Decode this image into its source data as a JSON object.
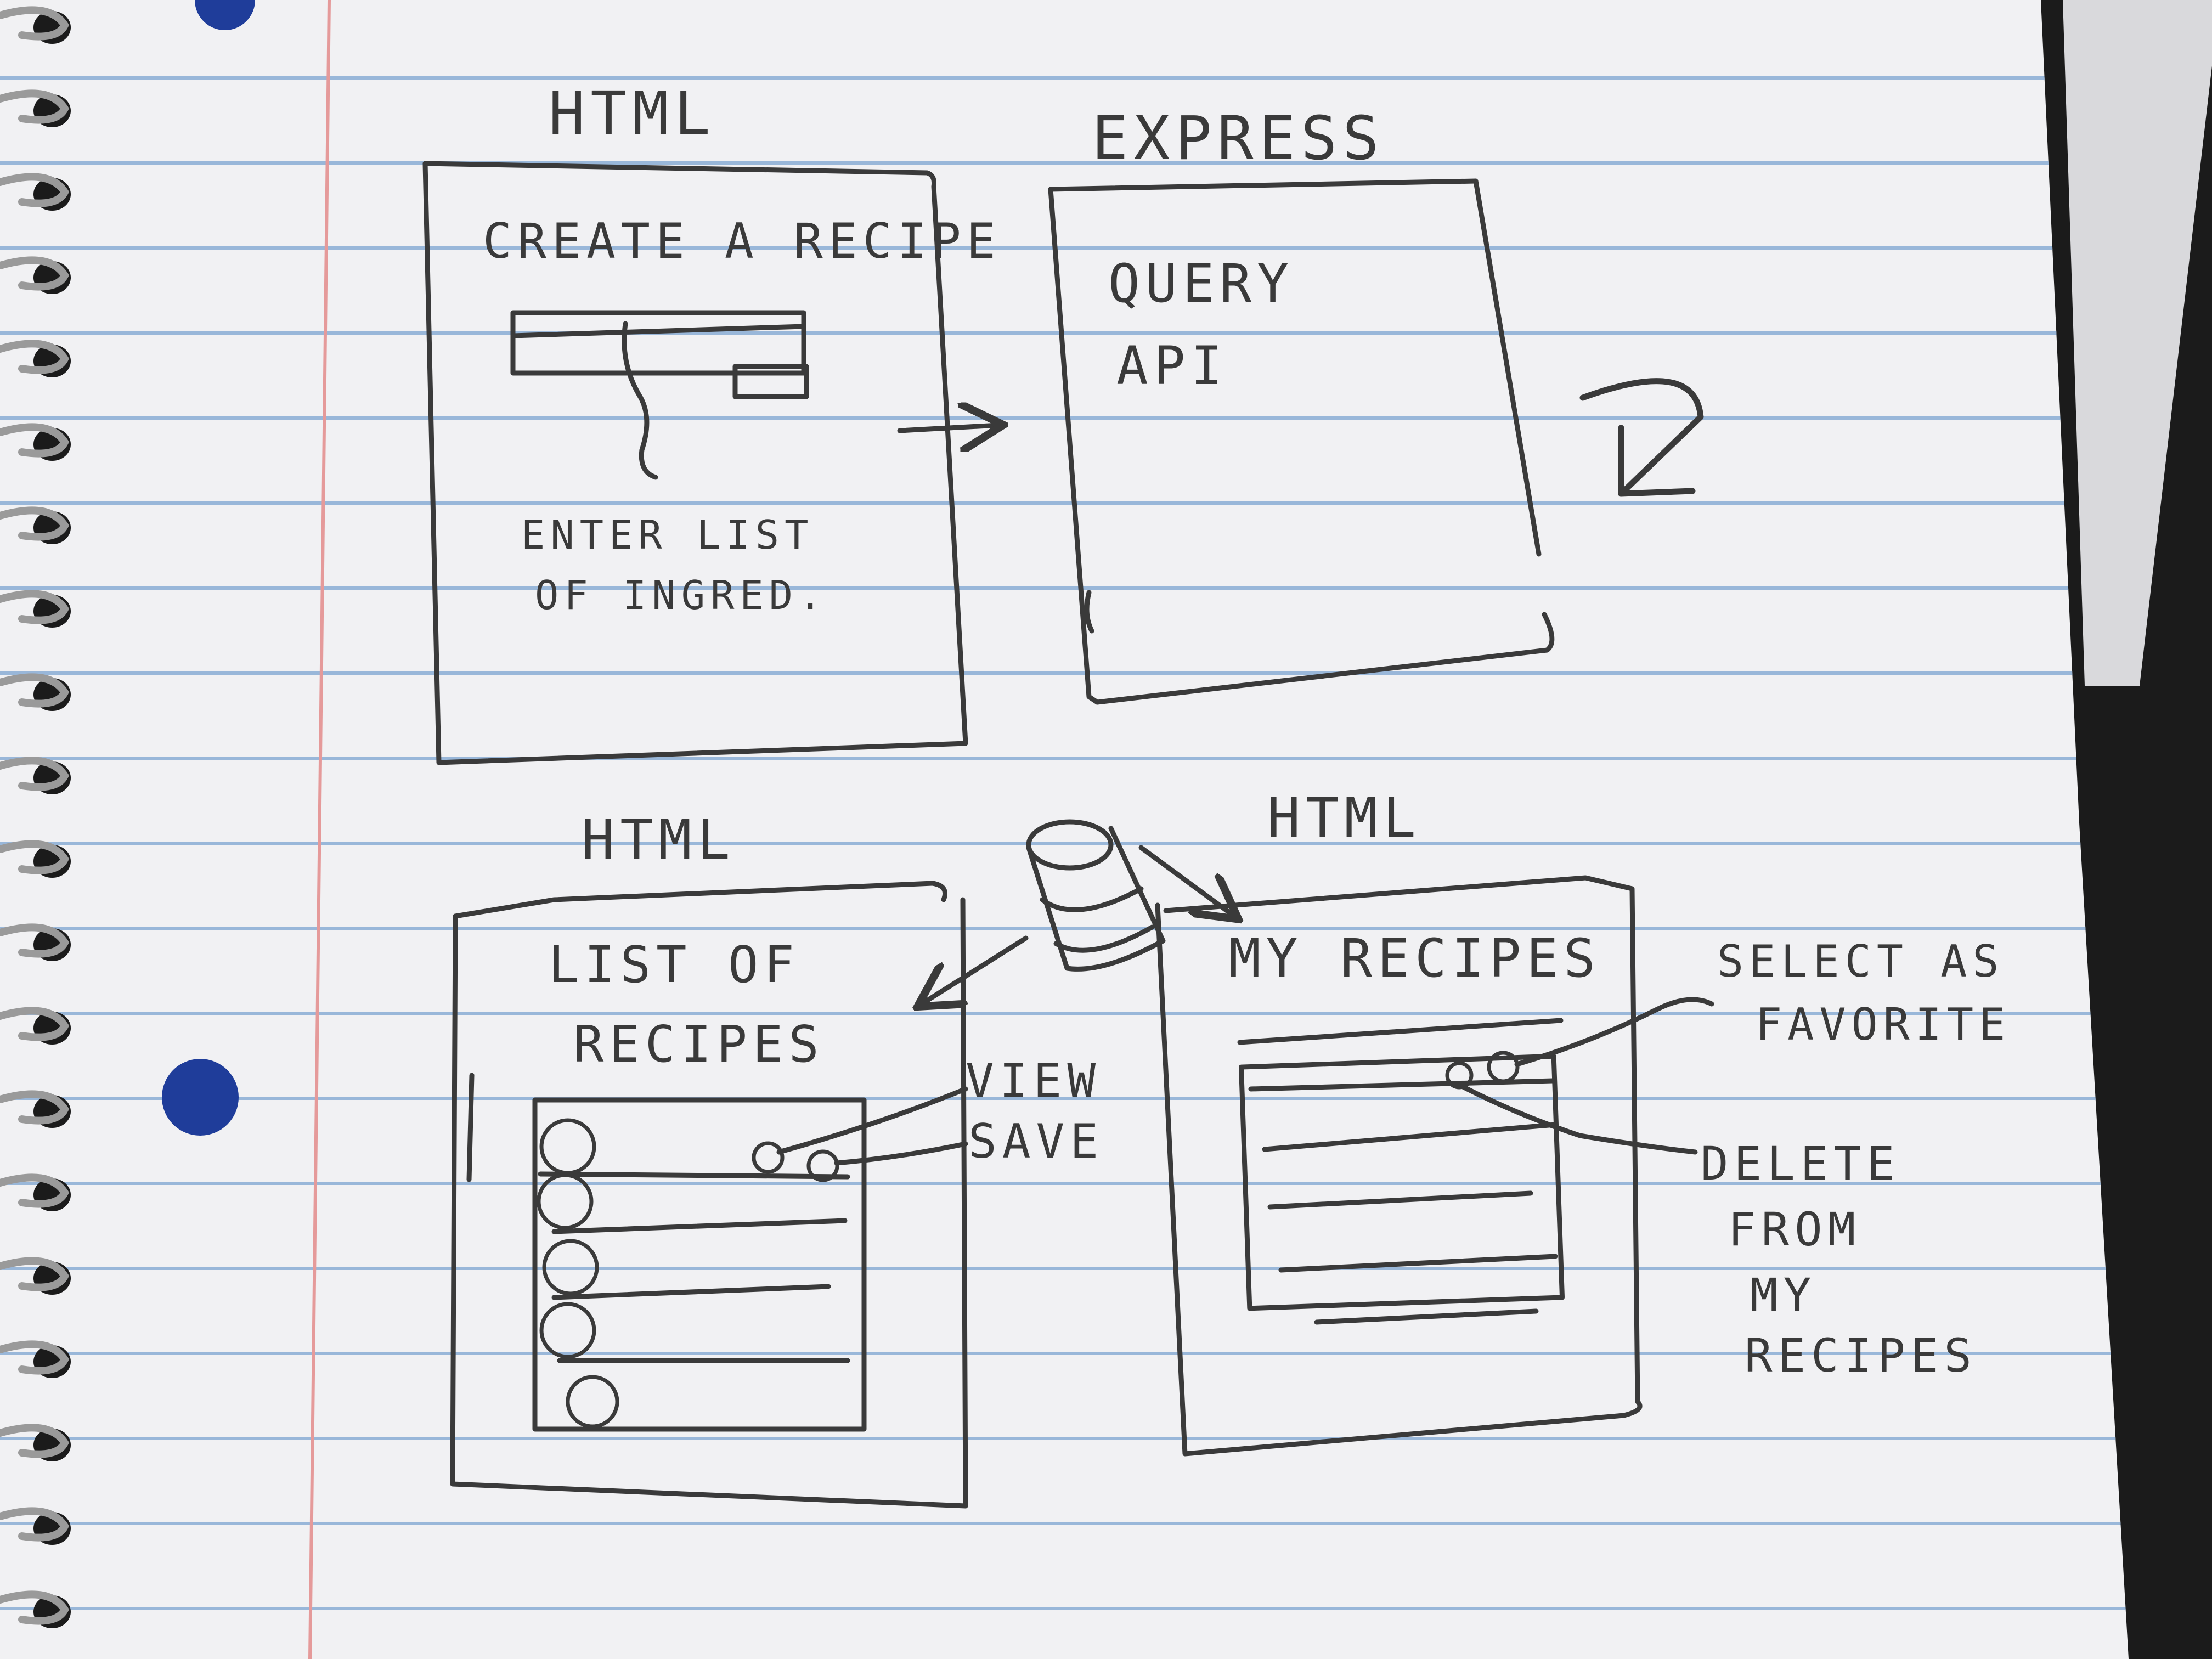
{
  "colors": {
    "paper": "#f1f1f3",
    "rule_line": "#8fb0d6",
    "margin_line": "#e59a9a",
    "pencil": "#3a3a3a",
    "desk": "#1b1b1b",
    "binder_hole": "#1f3d9a"
  },
  "icons": [
    "spiral-binding",
    "binder-hole",
    "database-cylinder-icon",
    "return-arrow-icon"
  ],
  "screens": {
    "create": {
      "header": "HTML",
      "title": "CREATE A RECIPE",
      "caption_line1": "ENTER LIST",
      "caption_line2": "OF INGRED."
    },
    "express": {
      "header": "EXPRESS",
      "line1": "QUERY",
      "line2": "API"
    },
    "list": {
      "header": "HTML",
      "title_line1": "LIST OF",
      "title_line2": "RECIPES",
      "note_view": "VIEW",
      "note_save": "SAVE"
    },
    "my": {
      "header": "HTML",
      "title": "MY RECIPES",
      "note_fav_line1": "SELECT AS",
      "note_fav_line2": "FAVORITE",
      "note_del_line1": "DELETE",
      "note_del_line2": "FROM",
      "note_del_line3": "MY",
      "note_del_line4": "RECIPES"
    }
  }
}
